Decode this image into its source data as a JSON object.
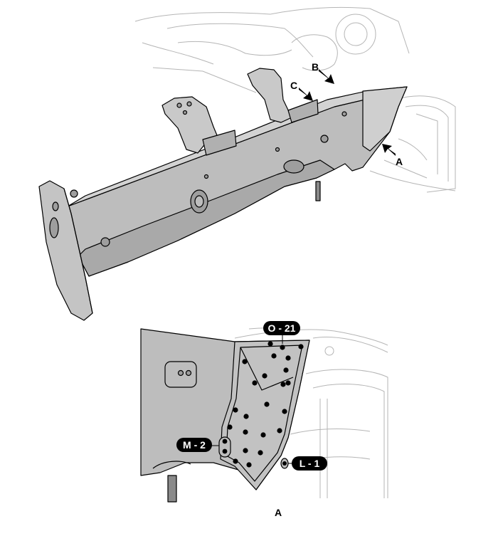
{
  "callouts": {
    "b": "B",
    "c": "C",
    "a": "A"
  },
  "weld_labels": {
    "o": "O - 21",
    "m": "M - 2",
    "l": "L - 1"
  },
  "detail_caption": "A",
  "colors": {
    "part_fill": "#bdbdbd",
    "part_dark": "#9e9e9e",
    "outline": "#000000",
    "background_lines": "#b5b5b5",
    "weld_dot": "#000000",
    "label_pill": "#000000",
    "label_text": "#ffffff"
  }
}
